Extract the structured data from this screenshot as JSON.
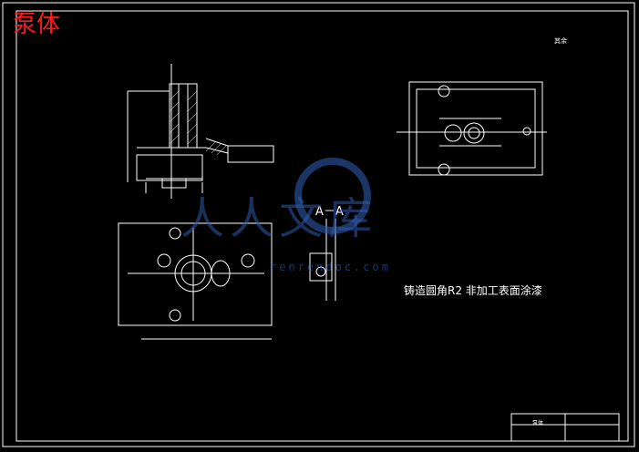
{
  "overlay_title": "泵体",
  "section_label": "A－A",
  "technical_note": "铸造圆角R2 非加工表面涂漆",
  "roughness_mark": "其余",
  "title_block": {
    "name": "泵体"
  },
  "watermark": {
    "text": "人人文库",
    "url": "renrendoc.com"
  },
  "colors": {
    "background": "#000000",
    "lines": "#ffffff",
    "overlay_text": "#ff1a1a",
    "watermark": "#2d5aaa"
  }
}
